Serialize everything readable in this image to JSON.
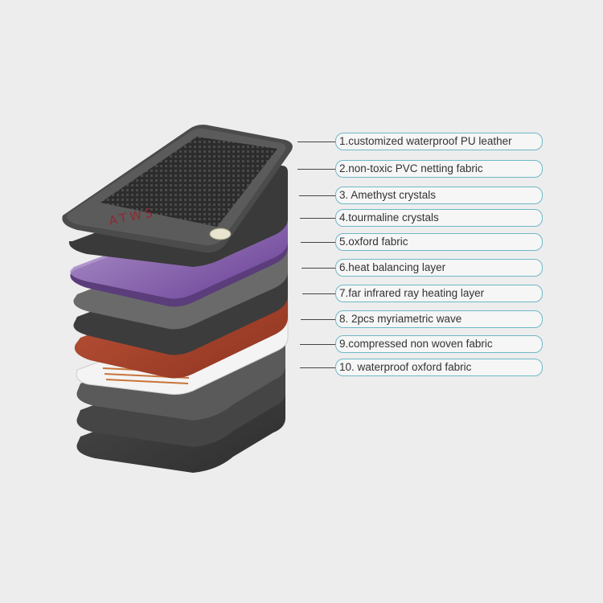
{
  "brand": {
    "logo_text": "ATWS"
  },
  "colors": {
    "background": "#ededed",
    "callout_border": "#6fb8c8",
    "leader_line": "#444444",
    "dark_layer": "#3a3a3a",
    "amethyst_layer": "#a98bc9",
    "heating_layer": "#b24a2a",
    "logo": "#8c2a30"
  },
  "layers": [
    {
      "label": "1.customized waterproof PU leather"
    },
    {
      "label": "2.non-toxic PVC netting fabric"
    },
    {
      "label": "3. Amethyst crystals"
    },
    {
      "label": "4.tourmaline crystals"
    },
    {
      "label": "5.oxford fabric"
    },
    {
      "label": "6.heat balancing layer"
    },
    {
      "label": "7.far infrared ray heating layer"
    },
    {
      "label": "8. 2pcs myriametric wave"
    },
    {
      "label": "9.compressed non woven fabric"
    },
    {
      "label": "10. waterproof oxford fabric"
    }
  ]
}
